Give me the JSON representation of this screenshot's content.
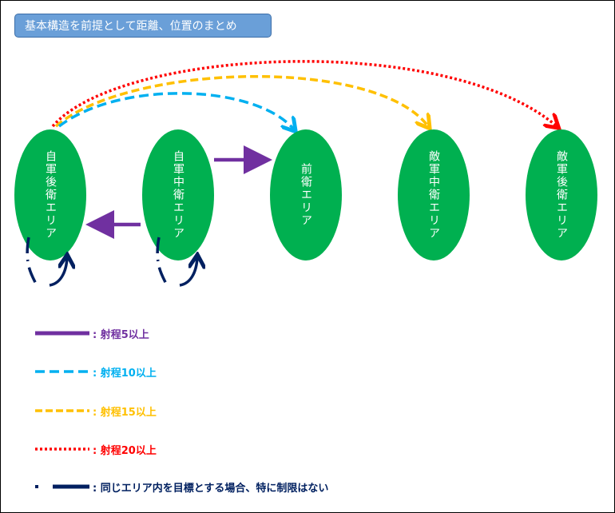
{
  "title": "基本構造を前提として距離、位置のまとめ",
  "areas": [
    {
      "label": "自軍後衛エリア"
    },
    {
      "label": "自軍中衛エリア"
    },
    {
      "label": "前衛エリア"
    },
    {
      "label": "敵軍中衛エリア"
    },
    {
      "label": "敵軍後衛エリア"
    }
  ],
  "legend": [
    {
      "text": ": 射程5以上",
      "color": "#7030a0",
      "style": "solid"
    },
    {
      "text": ": 射程10以上",
      "color": "#00b0f0",
      "style": "dashed"
    },
    {
      "text": ": 射程15以上",
      "color": "#ffc000",
      "style": "dashed"
    },
    {
      "text": ": 射程20以上",
      "color": "#ff0000",
      "style": "dotted"
    },
    {
      "text": ": 同じエリア内を目標とする場合、特に制限はない",
      "color": "#002060",
      "style": "dash-dot"
    }
  ],
  "colors": {
    "area_fill": "#00b050",
    "title_fill": "#6a9fd8"
  }
}
